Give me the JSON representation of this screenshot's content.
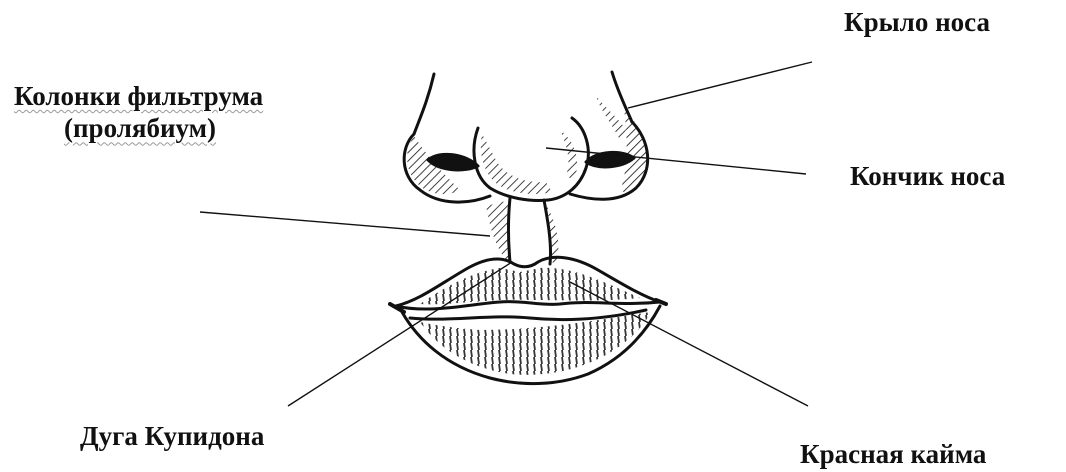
{
  "labels": {
    "nose_wing": "Крыло носа",
    "filtrum_columns_line1": "Колонки фильтрума",
    "filtrum_columns_line2": "(пролябиум)",
    "nose_tip": "Кончик носа",
    "cupid_bow": "Дуга Купидона",
    "vermilion_border": "Красная кайма"
  },
  "colors": {
    "ink": "#111111",
    "background": "#ffffff"
  }
}
